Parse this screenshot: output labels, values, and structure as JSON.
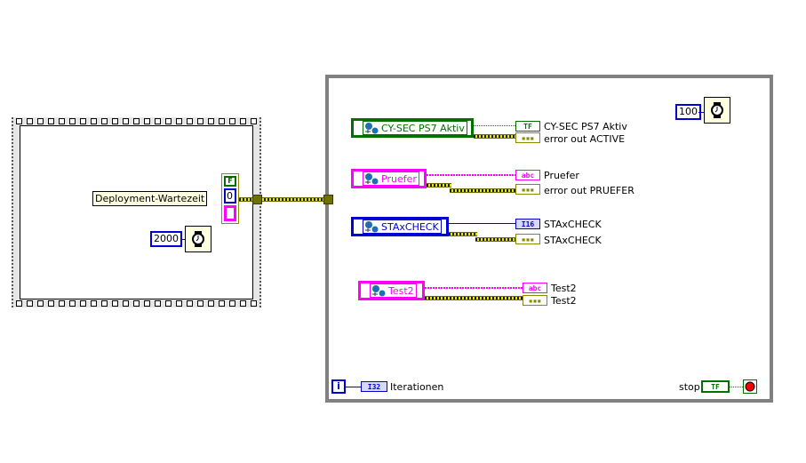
{
  "sequence_frame": {
    "label": "Deployment-Wartezeit",
    "wait_ms": "2000",
    "cluster": {
      "bool_const": "F",
      "num_const": "0",
      "str_const": ""
    }
  },
  "while_loop": {
    "wait_ms": "100",
    "nodes": [
      {
        "name": "CY-SEC PS7 Aktiv",
        "type": "boolean",
        "color": "#007000",
        "indicator_type": "TF",
        "indicator_label": "CY-SEC PS7 Aktiv",
        "error_label": "error out ACTIVE"
      },
      {
        "name": "Pruefer",
        "type": "string",
        "color": "#ff00ff",
        "indicator_type": "abc",
        "indicator_label": "Pruefer",
        "error_label": "error out PRUEFER"
      },
      {
        "name": "STAxCHECK",
        "type": "i16",
        "color": "#0000d0",
        "indicator_type": "I16",
        "indicator_label": "STAxCHECK",
        "error_label": "STAxCHECK"
      },
      {
        "name": "Test2",
        "type": "string",
        "color": "#ff00ff",
        "indicator_type": "abc",
        "indicator_label": "Test2",
        "error_label": "Test2"
      }
    ],
    "iteration_terminal": "i",
    "iteration_indicator_type": "I32",
    "iteration_label": "Iterationen",
    "stop_label": "stop",
    "stop_indicator_type": "TF"
  },
  "icons": {
    "wait": "wristwatch-icon",
    "shared_variable": "network-globe-icon",
    "stop": "stop-terminal-icon"
  }
}
